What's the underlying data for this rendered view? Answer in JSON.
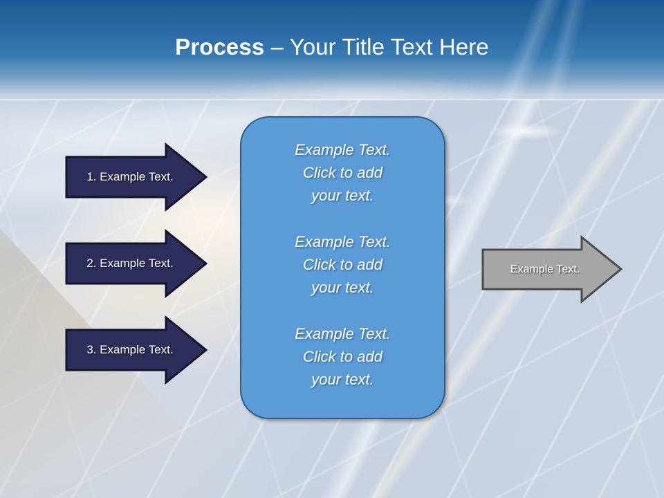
{
  "slide": {
    "title_bold": "Process",
    "title_rest": " – Your Title Text Here"
  },
  "colors": {
    "header_blue": "#2a6aa6",
    "navy_arrow_fill": "#2e2e5c",
    "navy_arrow_stroke": "#13132b",
    "grey_arrow_fill": "#a6a6a6",
    "grey_arrow_stroke": "#4a4a4a",
    "panel_fill": "#5b9bd8",
    "panel_stroke": "#2e5d8a",
    "text_white": "#ffffff"
  },
  "steps": [
    {
      "label": "1. Example Text."
    },
    {
      "label": "2. Example Text."
    },
    {
      "label": "3. Example Text."
    }
  ],
  "center_panel": {
    "blocks": [
      {
        "line1": "Example Text.",
        "line2": "Click  to add",
        "line3": "your text."
      },
      {
        "line1": "Example Text.",
        "line2": "Click  to add",
        "line3": "your text."
      },
      {
        "line1": "Example Text.",
        "line2": "Click  to add",
        "line3": "your text."
      }
    ]
  },
  "result": {
    "label": "Example Text."
  }
}
